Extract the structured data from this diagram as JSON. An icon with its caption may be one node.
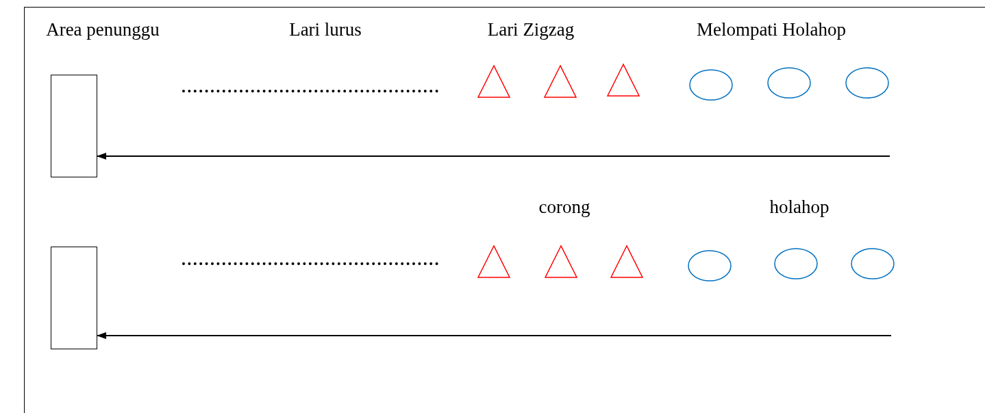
{
  "diagram": {
    "nodes": [
      {
        "text": [],
        "shape": "box"
      },
      {
        "text": [],
        "shape": "triangle"
      },
      {
        "text": [],
        "shape": "triangle"
      },
      {
        "text": [],
        "shape": "triangle"
      },
      {
        "text": [],
        "shape": "ellipse"
      },
      {
        "text": [],
        "shape": "ellipse"
      },
      {
        "text": [],
        "shape": "ellipse"
      },
      {
        "text": [],
        "shape": "box"
      },
      {
        "text": [],
        "shape": "triangle"
      },
      {
        "text": [],
        "shape": "triangle"
      },
      {
        "text": [],
        "shape": "triangle"
      },
      {
        "text": [],
        "shape": "ellipse"
      },
      {
        "text": [],
        "shape": "ellipse"
      },
      {
        "text": [],
        "shape": "ellipse"
      }
    ],
    "edges": [
      {
        "from": null,
        "to": 0,
        "arrow": "to"
      },
      {
        "from": null,
        "to": 7,
        "arrow": "to"
      }
    ],
    "labels": [
      "Area penunggu",
      "Lari lurus",
      "Lari Zigzag",
      "Melompati Holahop",
      "corong",
      "holahop"
    ]
  }
}
